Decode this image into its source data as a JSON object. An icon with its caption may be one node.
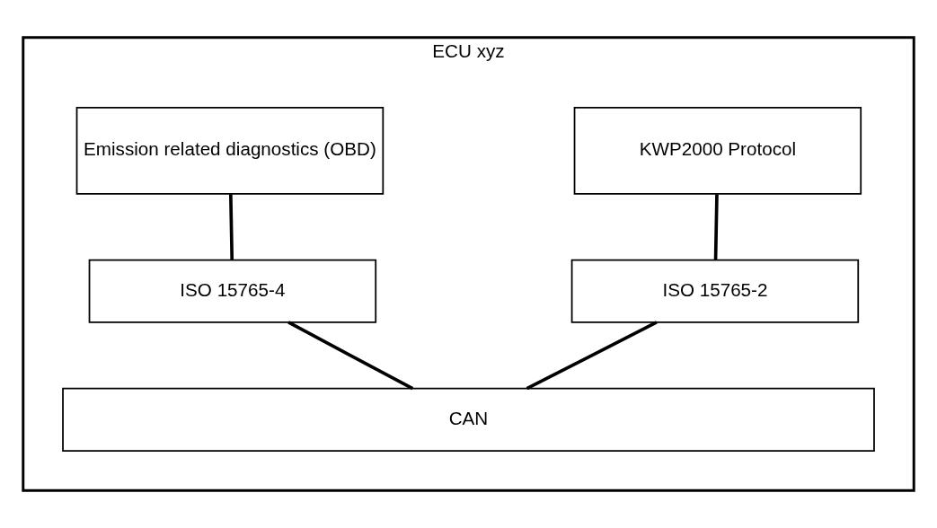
{
  "diagram": {
    "nodes": [
      {
        "text": [
          "ECU xyz"
        ]
      },
      {
        "text": [
          "KWP2000 Protocol"
        ],
        "in": 0
      },
      {
        "text": [
          "Emission related diagnostics (OBD)"
        ],
        "in": 0
      },
      {
        "text": [
          "ISO 15765-2"
        ],
        "in": 0
      },
      {
        "text": [
          "ISO 15765-4"
        ],
        "in": 0
      },
      {
        "text": [
          "CAN"
        ],
        "in": 0
      }
    ],
    "edges": [
      {
        "from": 1,
        "to": 3,
        "arrow": "none"
      },
      {
        "from": 2,
        "to": 4,
        "arrow": "none"
      },
      {
        "from": 3,
        "to": 5,
        "arrow": "none"
      },
      {
        "from": 4,
        "to": 5,
        "arrow": "none"
      }
    ]
  }
}
